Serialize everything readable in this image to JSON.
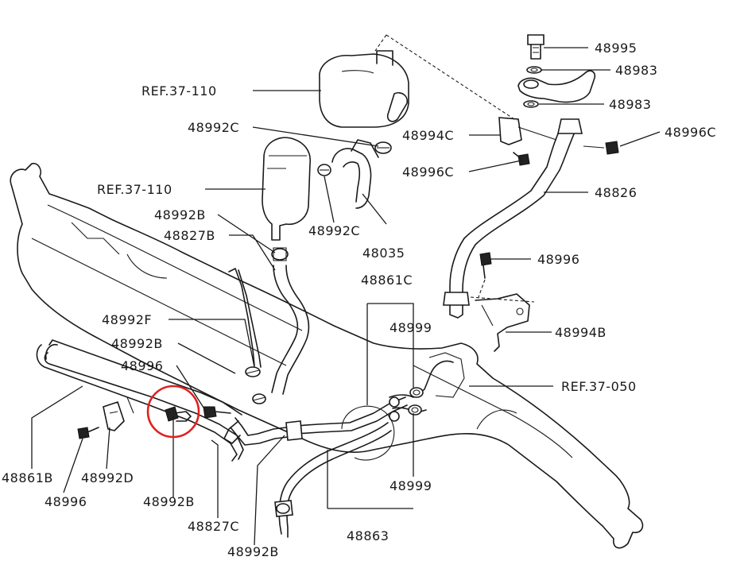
{
  "diagram": {
    "labels": {
      "p48995": "48995",
      "p48983a": "48983",
      "p48983b": "48983",
      "ref_reservoir": "REF.37-110",
      "p48994c": "48994C",
      "p48996c_right": "48996C",
      "p48992c_top": "48992C",
      "p48996c_left": "48996C",
      "ref_reservoir2": "REF.37-110",
      "p48826": "48826",
      "p48992b_top": "48992B",
      "p48992c_mid": "48992C",
      "p48827b": "48827B",
      "p48035": "48035",
      "p48996_right": "48996",
      "p48861c": "48861C",
      "p48992f": "48992F",
      "p48999_top": "48999",
      "p48994b": "48994B",
      "p48992b_mid": "48992B",
      "p48996_mid": "48996",
      "ref_gear": "REF.37-050",
      "p48861b": "48861B",
      "p48992d": "48992D",
      "p48999_bottom": "48999",
      "p48996_bottom": "48996",
      "p48992b_circled": "48992B",
      "p48827c": "48827C",
      "p48863": "48863",
      "p48992b_bottom": "48992B"
    },
    "highlight_color": "#e02020"
  }
}
